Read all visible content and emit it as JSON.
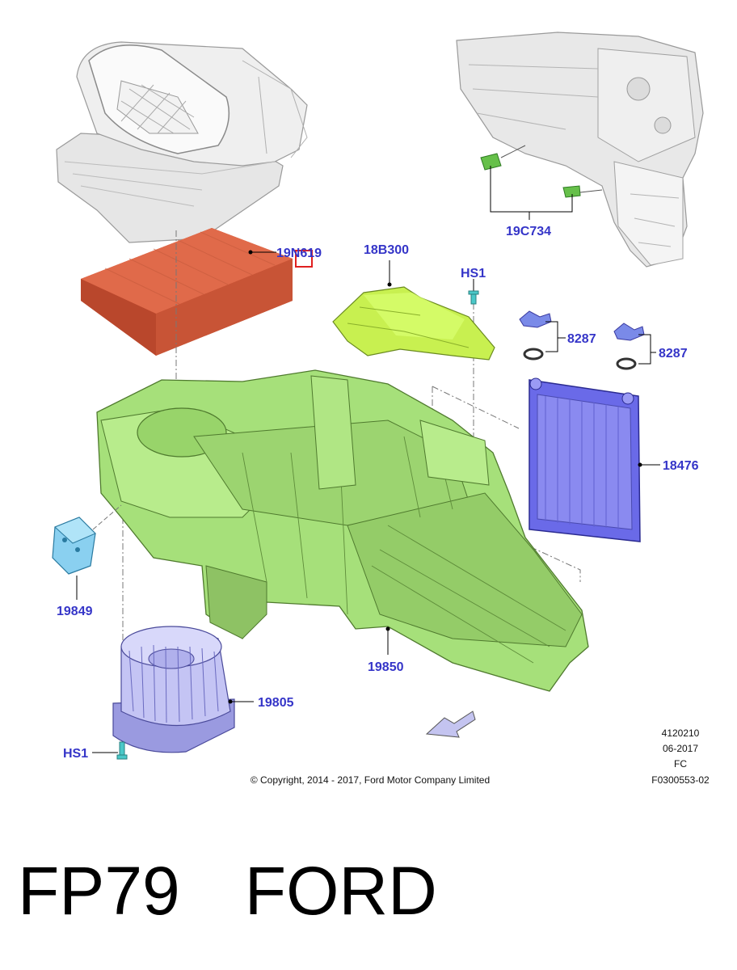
{
  "callouts": {
    "filter": "19N619",
    "cover": "18B300",
    "hs1_top": "HS1",
    "harness": "19C734",
    "clip_left": "8287",
    "clip_right": "8287",
    "heater_core": "18476",
    "expansion_valve": "19849",
    "housing": "19850",
    "blower_motor": "19805",
    "hs1_bottom": "HS1"
  },
  "meta": {
    "number": "4120210",
    "date": "06-2017",
    "code": "FC",
    "ref": "F0300553-02",
    "copyright": "© Copyright, 2014 - 2017, Ford Motor Company Limited"
  },
  "footer": {
    "model": "FP79",
    "brand": "FORD"
  },
  "colors": {
    "label": "#3535c8",
    "filter": "#e06a4a",
    "housing": "#a6e07a",
    "cover": "#c8f050",
    "heater_core": "#6a6ae8",
    "blower": "#b8b8f0",
    "grey_part": "#e6e6e6",
    "highlight_box": "#e02020"
  }
}
